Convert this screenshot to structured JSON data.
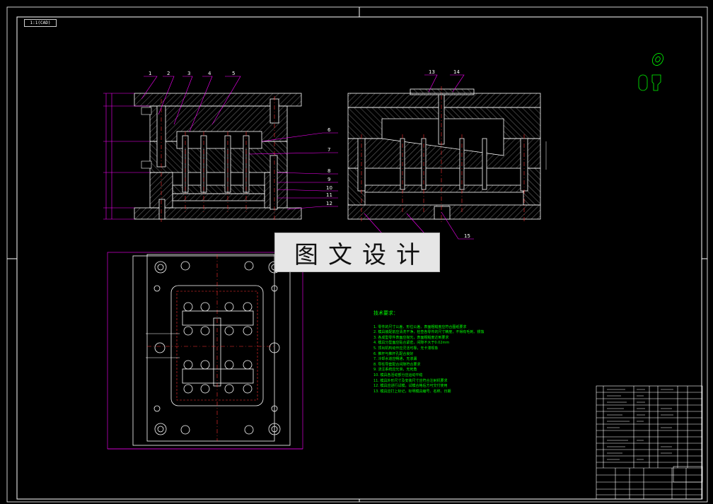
{
  "drawing": {
    "sheet_tag": "1:1(CAD)",
    "watermark_text": "图文设计",
    "balloons_top_left": [
      "1",
      "2",
      "3",
      "4",
      "5"
    ],
    "balloons_right_side": [
      "6",
      "7",
      "8",
      "9",
      "10",
      "11",
      "12"
    ],
    "balloons_top_right": [
      "13",
      "14"
    ],
    "balloon_bottom_right": "15",
    "tech_requirements": {
      "title": "技术要求：",
      "lines": [
        "1. 零件的尺寸公差、形位公差、表面粗糙度应符合图纸要求",
        "2. 模具装配前应清洗干净，检查各零件的尺寸精度，不得有毛刺、锈蚀",
        "3. 各成型零件表面应抛光，表面粗糙度达到要求",
        "4. 模具分型面应贴合紧密，间隙不大于0.02mm",
        "5. 顶出机构动作应灵活可靠，无卡滞现象",
        "6. 推杆与推杆孔配合良好",
        "7. 冷却水道应畅通，无渗漏",
        "8. 导柱导套配合间隙符合要求",
        "9. 浇注系统应光滑，无死角",
        "10. 模具各活动部分应运动平稳",
        "11. 模具外形尺寸及安装尺寸应符合注射机要求",
        "12. 模具应进行试模，试模合格后方可交付使用",
        "13. 模具应打上标记，标明模具编号、名称、日期"
      ]
    }
  },
  "colors": {
    "background": "#000000",
    "line_white": "#ffffff",
    "dimension": "#ff00ff",
    "center_line": "#ff3030",
    "notes": "#00ff00",
    "hatch": "#bdbdbd"
  }
}
